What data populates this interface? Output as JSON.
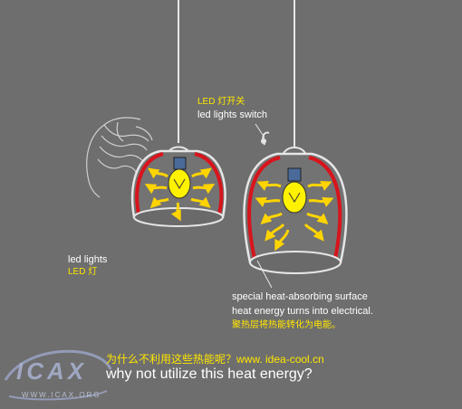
{
  "labels": {
    "switch_cn": "LED 灯开关",
    "switch_en": "led lights switch",
    "led_en": "led lights",
    "led_cn": "LED 灯",
    "surface_en_1": "special heat-absorbing surface",
    "surface_en_2": "heat energy  turns into electrical.",
    "surface_cn": "聚热层将热能转化为电能。",
    "caption_cn": "为什么不利用这些热能呢？www. idea-cool.cn",
    "caption_en": "why not utilize this heat energy?"
  },
  "watermark": {
    "text": "ICAX",
    "url": "WWW.ICAX.ORG"
  },
  "colors": {
    "background": "#6e6e6e",
    "outline": "#e6e6e6",
    "heat_layer": "#d8141c",
    "bulb": "#fff200",
    "arrows": "#ffd400",
    "text_white": "#ffffff",
    "text_yellow": "#ffe600"
  }
}
